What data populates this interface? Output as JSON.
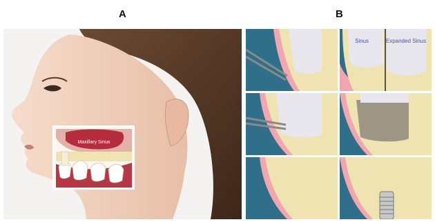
{
  "panels": {
    "a": {
      "label": "A"
    },
    "b": {
      "label": "B"
    }
  },
  "inset": {
    "sinus_label": "Maxillary Sinus"
  },
  "steps": [
    {
      "step": 1,
      "tool": "drill"
    },
    {
      "step": 2,
      "labels": [
        "Sinus",
        "Expanded Sinus"
      ]
    },
    {
      "step": 3,
      "tool": "graft-instrument"
    },
    {
      "step": 4,
      "fill": "bone-graft"
    },
    {
      "step": 5,
      "fill": "healed-bone"
    },
    {
      "step": 6,
      "fill": "implant"
    }
  ],
  "colors": {
    "bone": "#efe3b2",
    "gum": "#f2a6b0",
    "sinus_background": "#2f6f8a",
    "sinus_cavity": "#e9e7ee",
    "graft": "#9e9684",
    "skin": "#efcdb8",
    "hair": "#5a3c2a"
  }
}
